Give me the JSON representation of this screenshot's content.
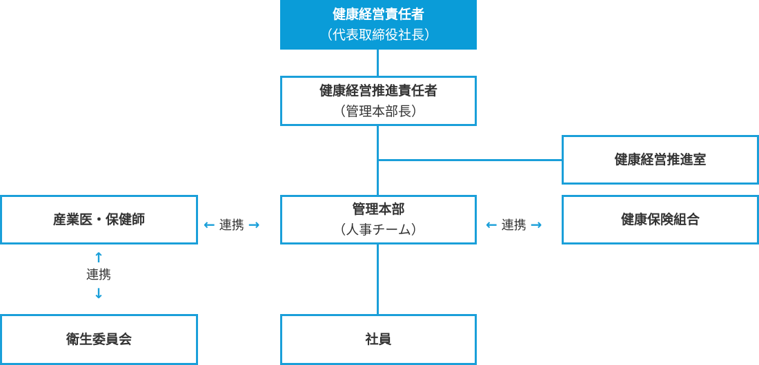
{
  "nodes": {
    "ceo": {
      "title": "健康経営責任者",
      "sub": "（代表取締役社長）"
    },
    "promotion_lead": {
      "title": "健康経営推進責任者",
      "sub": "（管理本部長）"
    },
    "promotion_office": {
      "title": "健康経営推進室"
    },
    "admin": {
      "title": "管理本部",
      "sub": "（人事チーム）"
    },
    "doctor": {
      "title": "産業医・保健師"
    },
    "insurance": {
      "title": "健康保険組合"
    },
    "committee": {
      "title": "衛生委員会"
    },
    "employees": {
      "title": "社員"
    }
  },
  "links": {
    "left": "連携",
    "right": "連携",
    "vertical": "連携"
  },
  "icons": {
    "arrow_left": "←",
    "arrow_right": "→",
    "arrow_up": "↑",
    "arrow_down": "↓"
  },
  "colors": {
    "accent": "#0a9cd8",
    "border": "#1a9fd9"
  }
}
